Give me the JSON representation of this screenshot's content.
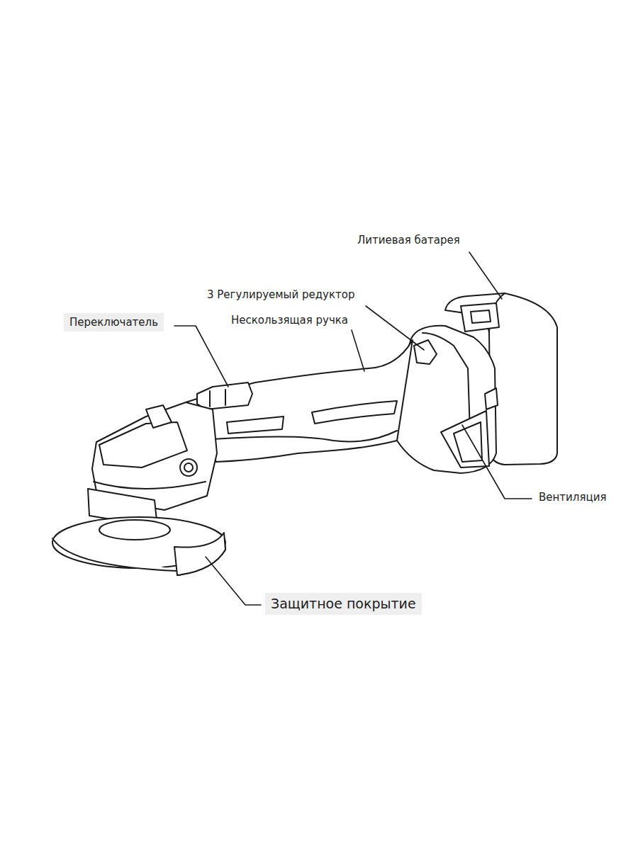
{
  "diagram": {
    "labels": [
      "Литиевая батарея",
      "3 Регулируемый редуктор",
      "Переключатель",
      "Нескользящая ручка",
      "Вентиляция",
      "Защитное покрытие"
    ]
  }
}
